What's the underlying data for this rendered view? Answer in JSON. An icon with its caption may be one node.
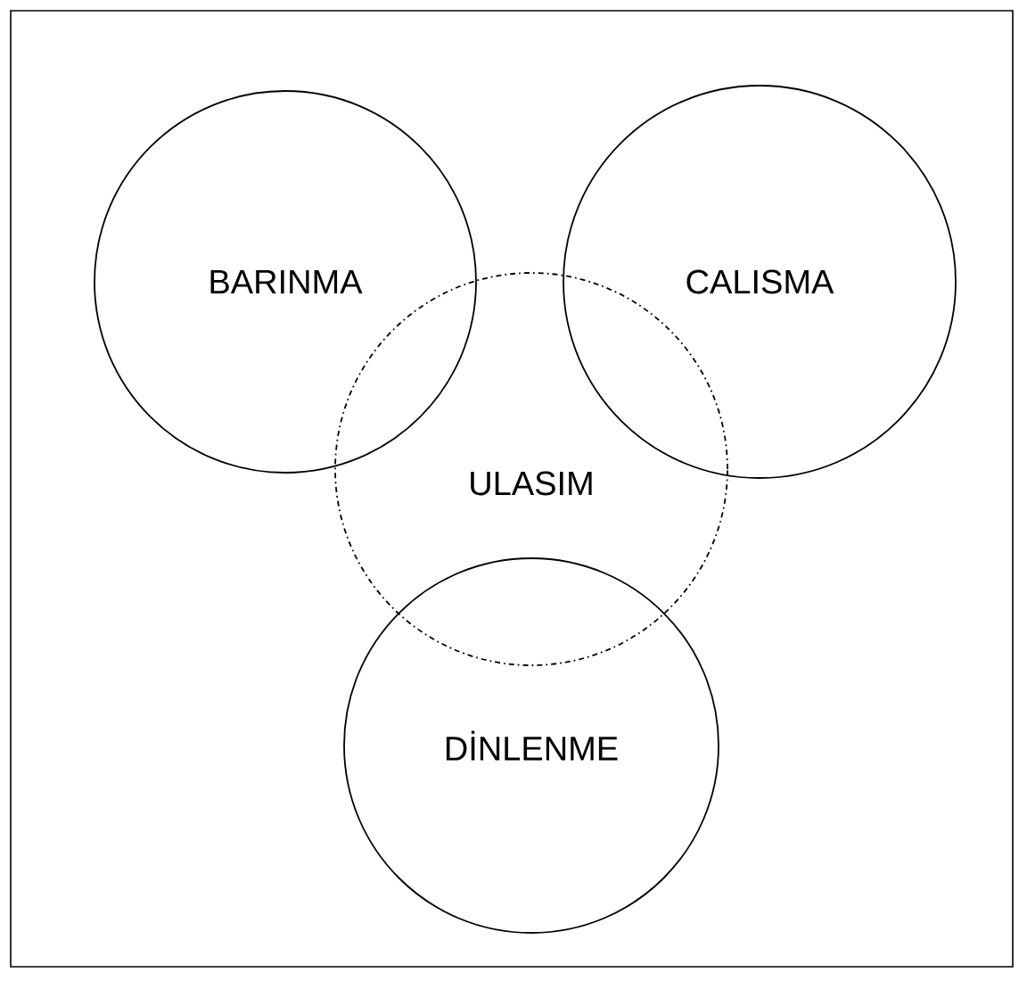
{
  "diagram": {
    "nodes": [
      {
        "text": [
          "BARINMA"
        ]
      },
      {
        "text": [
          "CALISMA"
        ]
      },
      {
        "text": [
          "ULASIM"
        ]
      },
      {
        "text": [
          "DİNLENME"
        ]
      }
    ]
  }
}
